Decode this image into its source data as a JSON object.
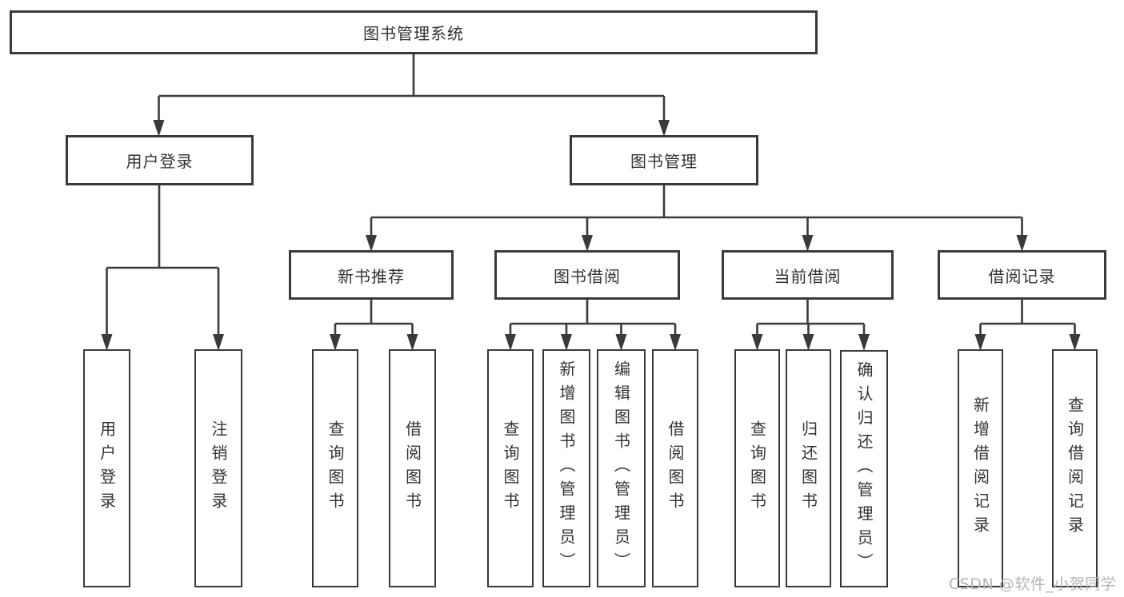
{
  "nodes": {
    "root": "图书管理系统",
    "l2": [
      "用户登录",
      "图书管理"
    ],
    "l3": [
      "新书推荐",
      "图书借阅",
      "当前借阅",
      "借阅记录"
    ],
    "leaves": [
      "用户登录",
      "注销登录",
      "查询图书",
      "借阅图书",
      "查询图书",
      "新增图书（管理员）",
      "编辑图书（管理员）",
      "借阅图书",
      "查询图书",
      "归还图书",
      "确认归还（管理员）",
      "新增借阅记录",
      "查询借阅记录"
    ]
  },
  "watermark": "CSDN @软件_小贺同学",
  "colors": {
    "line": "#3a3a3a",
    "text": "#333333",
    "background": "#ffffff",
    "watermark": "#b5b5b5"
  }
}
